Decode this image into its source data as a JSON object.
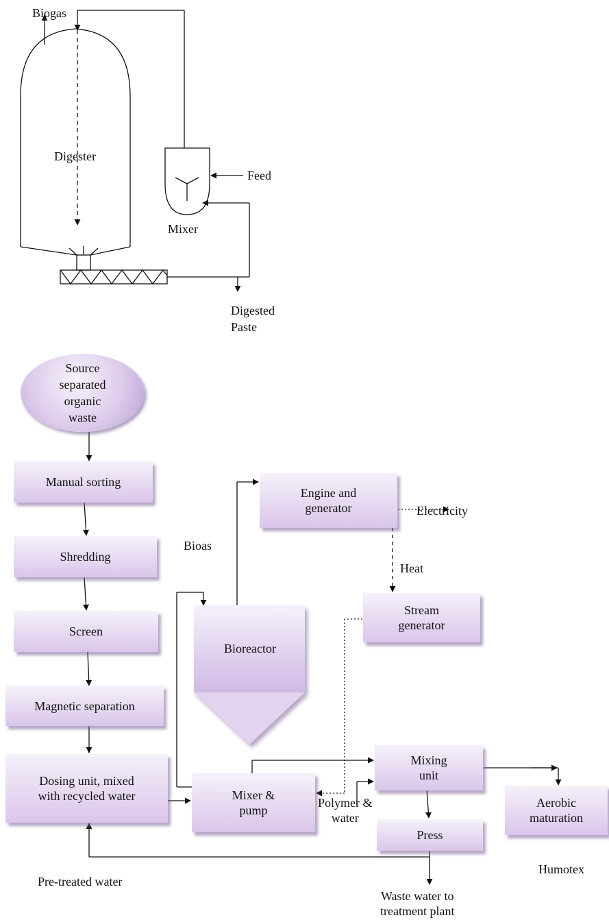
{
  "digester_section": {
    "labels": {
      "biogas": "Biogas",
      "digester": "Digester",
      "feed": "Feed",
      "mixer": "Mixer",
      "digested_paste": "Digested\nPaste"
    }
  },
  "process_flow": {
    "source": "Source\nseparated\norganic\nwaste",
    "steps": {
      "manual_sorting": "Manual sorting",
      "shredding": "Shredding",
      "screen": "Screen",
      "magnetic_separation": "Magnetic separation",
      "dosing_unit": "Dosing unit, mixed\nwith recycled water",
      "mixer_pump": "Mixer &\npump",
      "bioreactor": "Bioreactor",
      "engine_generator": "Engine and\ngenerator",
      "stream_generator": "Stream\ngenerator",
      "mixing_unit": "Mixing\nunit",
      "press": "Press",
      "aerobic_maturation": "Aerobic\nmaturation"
    },
    "labels": {
      "bioas": "Bioas",
      "electricity": "Electricity",
      "heat": "Heat",
      "polymer_water": "Polymer &\nwater",
      "pretreated_water": "Pre-treated water",
      "waste_water": "Waste water to\ntreatment plant",
      "humotex": "Humotex"
    }
  },
  "colors": {
    "box_fill_top": "#f6f1fa",
    "box_fill_bottom": "#d9c6ea",
    "box_shadow": "#7a6096",
    "line": "#111111"
  }
}
